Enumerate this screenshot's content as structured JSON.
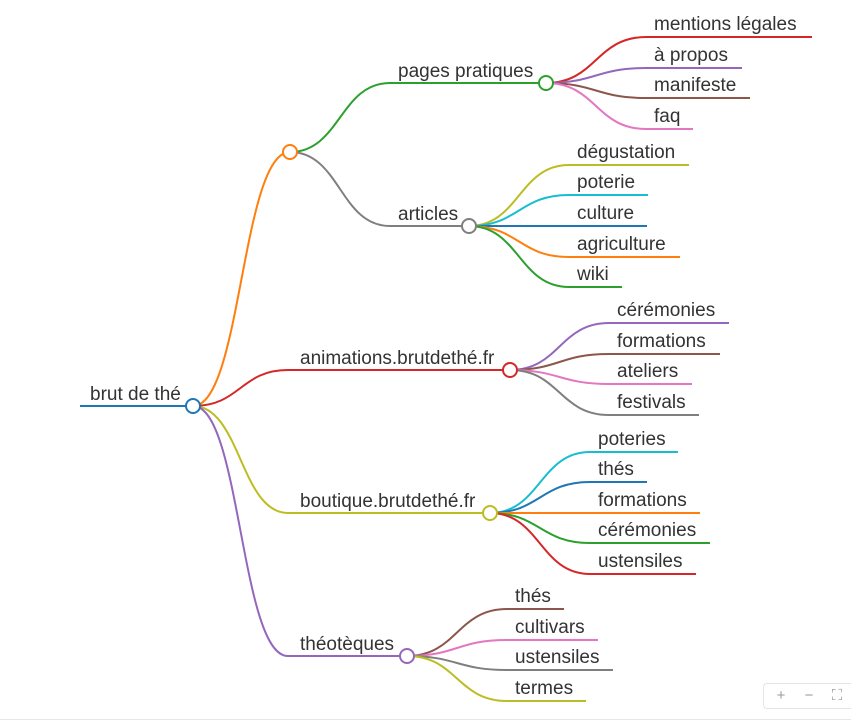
{
  "mindmap": {
    "root": {
      "label": "brut de thé",
      "color": "#1f77b4"
    },
    "branches": [
      {
        "label": "",
        "color": "#ff7f0e",
        "children": [
          {
            "label": "pages pratiques",
            "color": "#2ca02c",
            "children": [
              {
                "label": "mentions légales",
                "color": "#d62728"
              },
              {
                "label": "à propos",
                "color": "#9467bd"
              },
              {
                "label": "manifeste",
                "color": "#8c564b"
              },
              {
                "label": "faq",
                "color": "#e377c2"
              }
            ]
          },
          {
            "label": "articles",
            "color": "#7f7f7f",
            "children": [
              {
                "label": "dégustation",
                "color": "#bcbd22"
              },
              {
                "label": "poterie",
                "color": "#17becf"
              },
              {
                "label": "culture",
                "color": "#1f77b4"
              },
              {
                "label": "agriculture",
                "color": "#ff7f0e"
              },
              {
                "label": "wiki",
                "color": "#2ca02c"
              }
            ]
          }
        ]
      },
      {
        "label": "animations.brutdethé.fr",
        "color": "#d62728",
        "children": [
          {
            "label": "cérémonies",
            "color": "#9467bd"
          },
          {
            "label": "formations",
            "color": "#8c564b"
          },
          {
            "label": "ateliers",
            "color": "#e377c2"
          },
          {
            "label": "festivals",
            "color": "#7f7f7f"
          }
        ]
      },
      {
        "label": "boutique.brutdethé.fr",
        "color": "#bcbd22",
        "children": [
          {
            "label": "poteries",
            "color": "#17becf"
          },
          {
            "label": "thés",
            "color": "#1f77b4"
          },
          {
            "label": "formations",
            "color": "#ff7f0e"
          },
          {
            "label": "cérémonies",
            "color": "#2ca02c"
          },
          {
            "label": "ustensiles",
            "color": "#d62728"
          }
        ]
      },
      {
        "label": "théotèques",
        "color": "#9467bd",
        "children": [
          {
            "label": "thés",
            "color": "#8c564b"
          },
          {
            "label": "cultivars",
            "color": "#e377c2"
          },
          {
            "label": "ustensiles",
            "color": "#7f7f7f"
          },
          {
            "label": "termes",
            "color": "#bcbd22"
          }
        ]
      }
    ]
  },
  "toolbar": {
    "zoom_in_icon": "+",
    "zoom_out_icon": "−",
    "fit_icon": "⛶"
  }
}
